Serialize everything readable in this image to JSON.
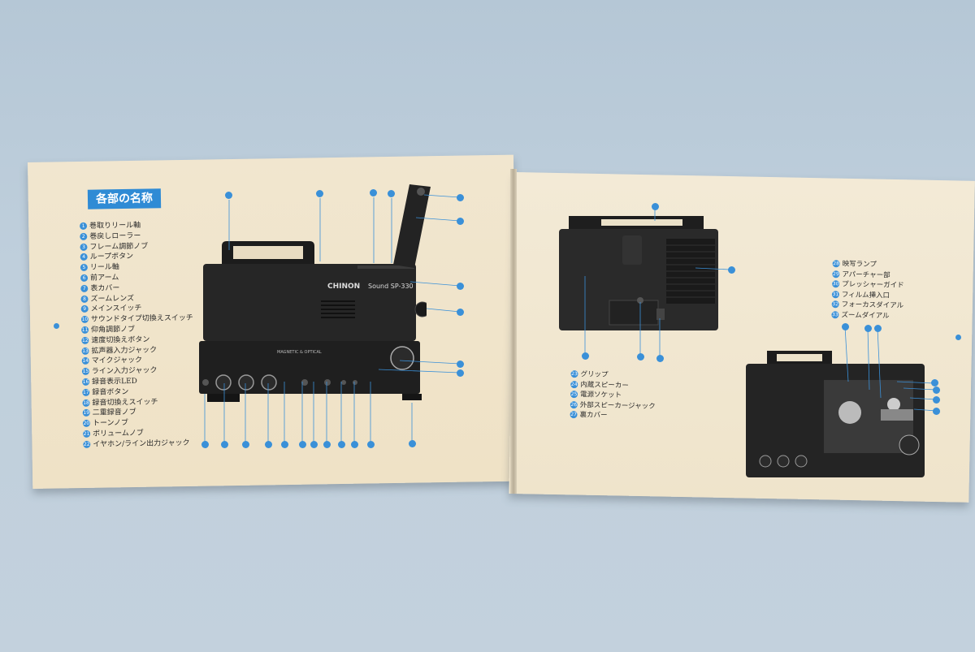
{
  "left_page": {
    "heading": "各部の名称",
    "parts": [
      {
        "n": "1",
        "label": "巻取りリール軸"
      },
      {
        "n": "2",
        "label": "巻戻しローラー"
      },
      {
        "n": "3",
        "label": "フレーム調節ノブ"
      },
      {
        "n": "4",
        "label": "ループボタン"
      },
      {
        "n": "5",
        "label": "リール軸"
      },
      {
        "n": "6",
        "label": "前アーム"
      },
      {
        "n": "7",
        "label": "表カバー"
      },
      {
        "n": "8",
        "label": "ズームレンズ"
      },
      {
        "n": "9",
        "label": "メインスイッチ"
      },
      {
        "n": "10",
        "label": "サウンドタイプ切換えスイッチ"
      },
      {
        "n": "11",
        "label": "仰角調節ノブ"
      },
      {
        "n": "12",
        "label": "速度切換えボタン"
      },
      {
        "n": "13",
        "label": "拡声器入力ジャック"
      },
      {
        "n": "14",
        "label": "マイクジャック"
      },
      {
        "n": "15",
        "label": "ライン入力ジャック"
      },
      {
        "n": "16",
        "label": "録音表示LED"
      },
      {
        "n": "17",
        "label": "録音ボタン"
      },
      {
        "n": "18",
        "label": "録音切換えスイッチ"
      },
      {
        "n": "19",
        "label": "二重録音ノブ"
      },
      {
        "n": "20",
        "label": "トーンノブ"
      },
      {
        "n": "21",
        "label": "ボリュームノブ"
      },
      {
        "n": "22",
        "label": "イヤホン/ライン出力ジャック"
      }
    ],
    "projector_brand": "CHINON",
    "projector_model": "Sound SP-330",
    "panel_text": "MAGNETIC & OPTICAL"
  },
  "right_page": {
    "parts_top": [
      {
        "n": "28",
        "label": "映写ランプ"
      },
      {
        "n": "29",
        "label": "アパーチャー部"
      },
      {
        "n": "30",
        "label": "プレッシャーガイド"
      },
      {
        "n": "31",
        "label": "フィルム挿入口"
      },
      {
        "n": "32",
        "label": "フォーカスダイアル"
      },
      {
        "n": "33",
        "label": "ズームダイアル"
      }
    ],
    "parts_bottom": [
      {
        "n": "23",
        "label": "グリップ"
      },
      {
        "n": "24",
        "label": "内蔵スピーカー"
      },
      {
        "n": "25",
        "label": "電源ソケット"
      },
      {
        "n": "26",
        "label": "外部スピーカージャック"
      },
      {
        "n": "27",
        "label": "裏カバー"
      }
    ]
  },
  "colors": {
    "accent": "#3a90d8",
    "paper": "#f1e6cf",
    "projector": "#232323",
    "background": "#bccbd8"
  }
}
